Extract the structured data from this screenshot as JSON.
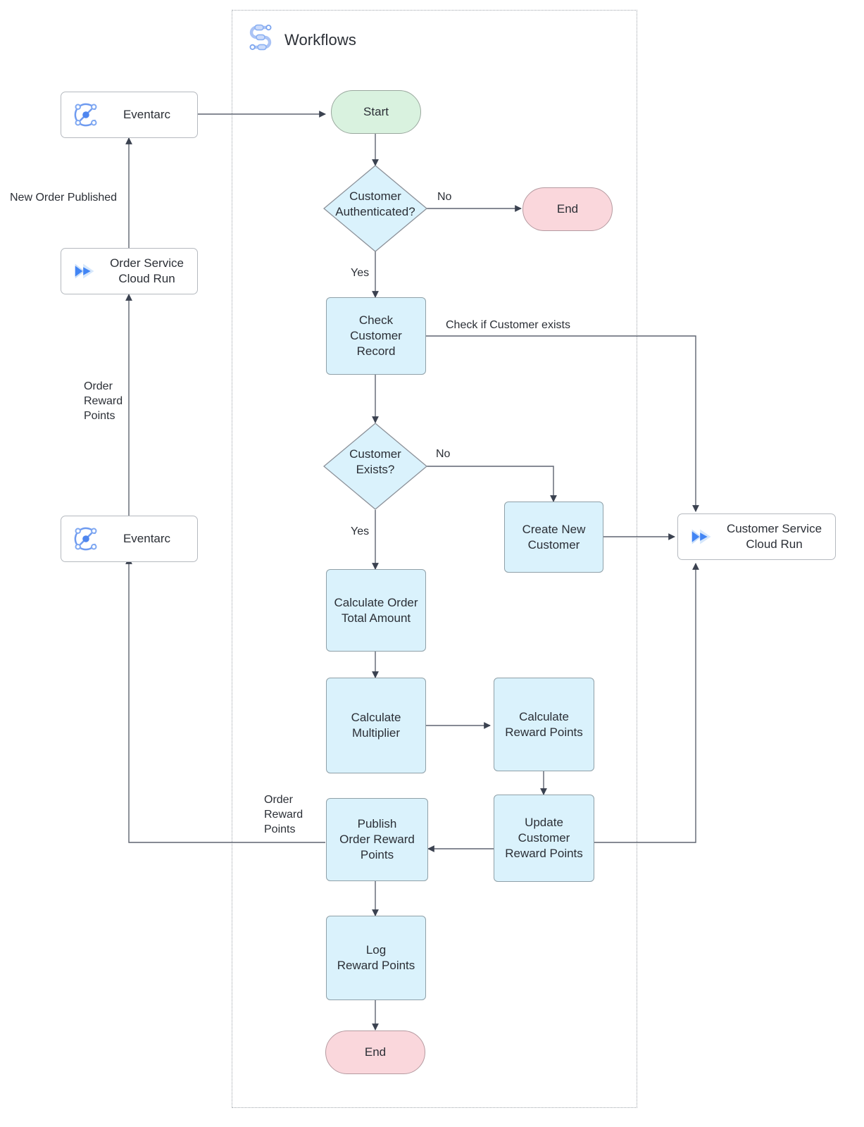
{
  "diagram": {
    "title": "Order Reward Points Workflow",
    "group": {
      "label": "Workflows",
      "icon": "workflows-icon"
    },
    "colors": {
      "process_fill": "#daf2fc",
      "start_fill": "#d9f2df",
      "end_fill": "#fad7dc",
      "service_fill": "#ffffff",
      "stroke": "#8c9199",
      "edge": "#5e6470",
      "text": "#2b2f36",
      "group_border": "#9ea3a9",
      "brand_blue": "#4285f4",
      "brand_blue_light": "#a9c7f7"
    },
    "services": {
      "eventarc_top": {
        "label": "Eventarc",
        "icon": "eventarc-icon"
      },
      "order_service": {
        "label": "Order Service\nCloud Run",
        "icon": "cloud-run-icon"
      },
      "eventarc_bottom": {
        "label": "Eventarc",
        "icon": "eventarc-icon"
      },
      "customer_service": {
        "label": "Customer Service\nCloud Run",
        "icon": "cloud-run-icon"
      }
    },
    "nodes": {
      "start": {
        "label": "Start",
        "type": "terminator-start"
      },
      "auth_decision": {
        "label": "Customer\nAuthenticated?",
        "type": "decision"
      },
      "end_auth": {
        "label": "End",
        "type": "terminator-end"
      },
      "check_customer_record": {
        "label": "Check\nCustomer\nRecord",
        "type": "process"
      },
      "customer_exists": {
        "label": "Customer\nExists?",
        "type": "decision"
      },
      "create_new_customer": {
        "label": "Create New\nCustomer",
        "type": "process"
      },
      "calculate_order_total": {
        "label": "Calculate Order\nTotal Amount",
        "type": "process"
      },
      "calculate_multiplier": {
        "label": "Calculate\nMultiplier",
        "type": "process"
      },
      "calculate_reward_points": {
        "label": "Calculate\nReward Points",
        "type": "process"
      },
      "update_customer_reward_points": {
        "label": "Update\nCustomer\nReward Points",
        "type": "process"
      },
      "publish_order_reward_points": {
        "label": "Publish\nOrder Reward\nPoints",
        "type": "process"
      },
      "log_reward_points": {
        "label": "Log\nReward Points",
        "type": "process"
      },
      "end_final": {
        "label": "End",
        "type": "terminator-end"
      }
    },
    "edge_labels": {
      "new_order_published": "New Order Published",
      "order_reward_points_left": "Order\nReward\nPoints",
      "auth_no": "No",
      "auth_yes": "Yes",
      "check_if_customer_exists": "Check if Customer exists",
      "exists_no": "No",
      "exists_yes": "Yes",
      "order_reward_points_publish": "Order\nReward\nPoints"
    }
  }
}
